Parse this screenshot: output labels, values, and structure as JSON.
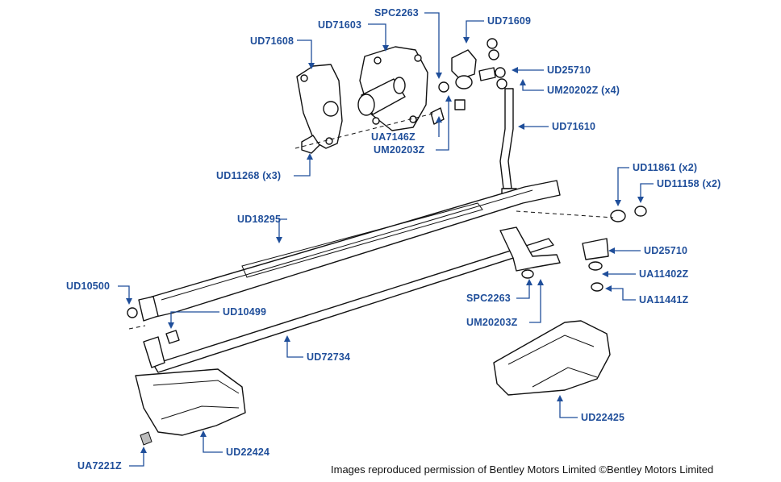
{
  "parts": {
    "UD71608": "UD71608",
    "UD71603": "UD71603",
    "SPC2263_top": "SPC2263",
    "UD71609": "UD71609",
    "UD25710_top": "UD25710",
    "UM20202Z": "UM20202Z (x4)",
    "UD71610": "UD71610",
    "UA7146Z": "UA7146Z",
    "UM20203Z_top": "UM20203Z",
    "UD11268": "UD11268 (x3)",
    "UD11861": "UD11861 (x2)",
    "UD11158": "UD11158 (x2)",
    "UD18295": "UD18295",
    "UD25710_mid": "UD25710",
    "UA11402Z": "UA11402Z",
    "UD10500": "UD10500",
    "SPC2263_bottom": "SPC2263",
    "UA11441Z": "UA11441Z",
    "UD10499": "UD10499",
    "UM20203Z_bottom": "UM20203Z",
    "UD72734": "UD72734",
    "UD22425": "UD22425",
    "UD22424": "UD22424",
    "UA7221Z": "UA7221Z"
  },
  "credit": "Images reproduced permission of Bentley Motors Limited ©Bentley Motors Limited",
  "colors": {
    "label": "#1f4e9a",
    "line": "#111111"
  }
}
